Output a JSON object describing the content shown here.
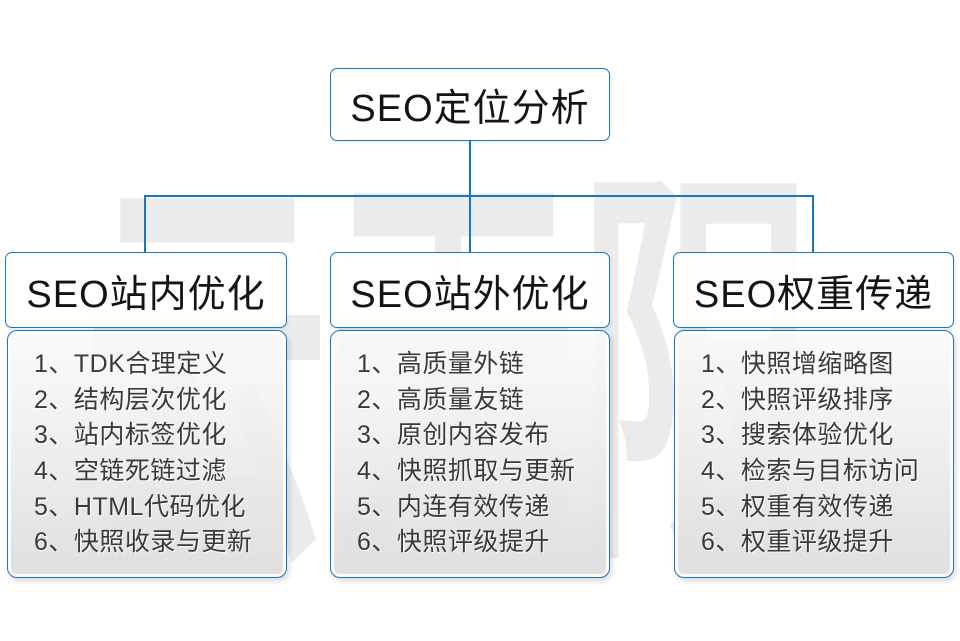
{
  "watermark": {
    "text": "云无限"
  },
  "colors": {
    "accent_blue": "#1877c5",
    "panel_gray": "#dddddd"
  },
  "root_node": {
    "title": "SEO定位分析"
  },
  "columns": [
    {
      "title": "SEO站内优化",
      "items": [
        "1、TDK合理定义",
        "2、结构层次优化",
        "3、站内标签优化",
        "4、空链死链过滤",
        "5、HTML代码优化",
        "6、快照收录与更新"
      ]
    },
    {
      "title": "SEO站外优化",
      "items": [
        "1、高质量外链",
        "2、高质量友链",
        "3、原创内容发布",
        "4、快照抓取与更新",
        "5、内连有效传递",
        "6、快照评级提升"
      ]
    },
    {
      "title": "SEO权重传递",
      "items": [
        "1、快照增缩略图",
        "2、快照评级排序",
        "3、搜索体验优化",
        "4、检索与目标访问",
        "5、权重有效传递",
        "6、权重评级提升"
      ]
    }
  ]
}
